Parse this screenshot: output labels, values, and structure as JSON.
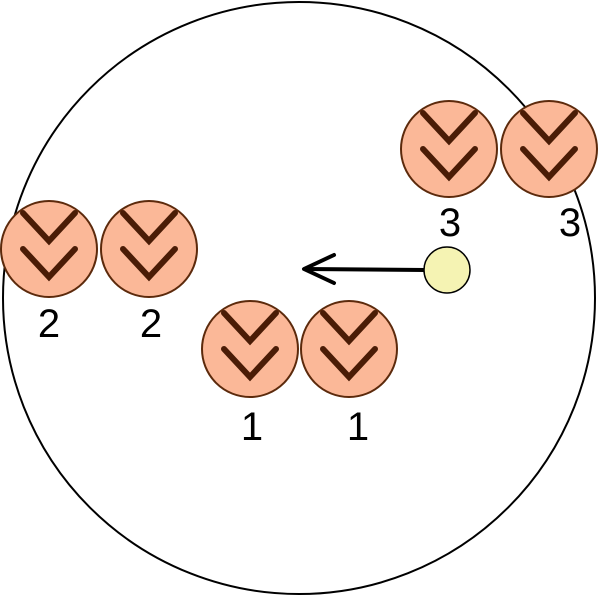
{
  "colors": {
    "background": "#ffffff",
    "ring_stroke": "#000000",
    "token_fill": "#FBB898",
    "token_stroke": "#5C2A0C",
    "chevron": "#4A1C06",
    "dot_fill": "#F5F3B3",
    "dot_stroke": "#000000",
    "arrow": "#000000"
  },
  "icons": {
    "token": "double-chevron-down-icon",
    "dot": "circle-icon",
    "arrow": "arrow-left-icon"
  },
  "groups": [
    {
      "id": "group-1",
      "tokens": [
        {
          "label": "1"
        },
        {
          "label": "1"
        }
      ]
    },
    {
      "id": "group-2",
      "tokens": [
        {
          "label": "2"
        },
        {
          "label": "2"
        }
      ]
    },
    {
      "id": "group-3",
      "tokens": [
        {
          "label": "3"
        },
        {
          "label": "3"
        }
      ]
    }
  ]
}
